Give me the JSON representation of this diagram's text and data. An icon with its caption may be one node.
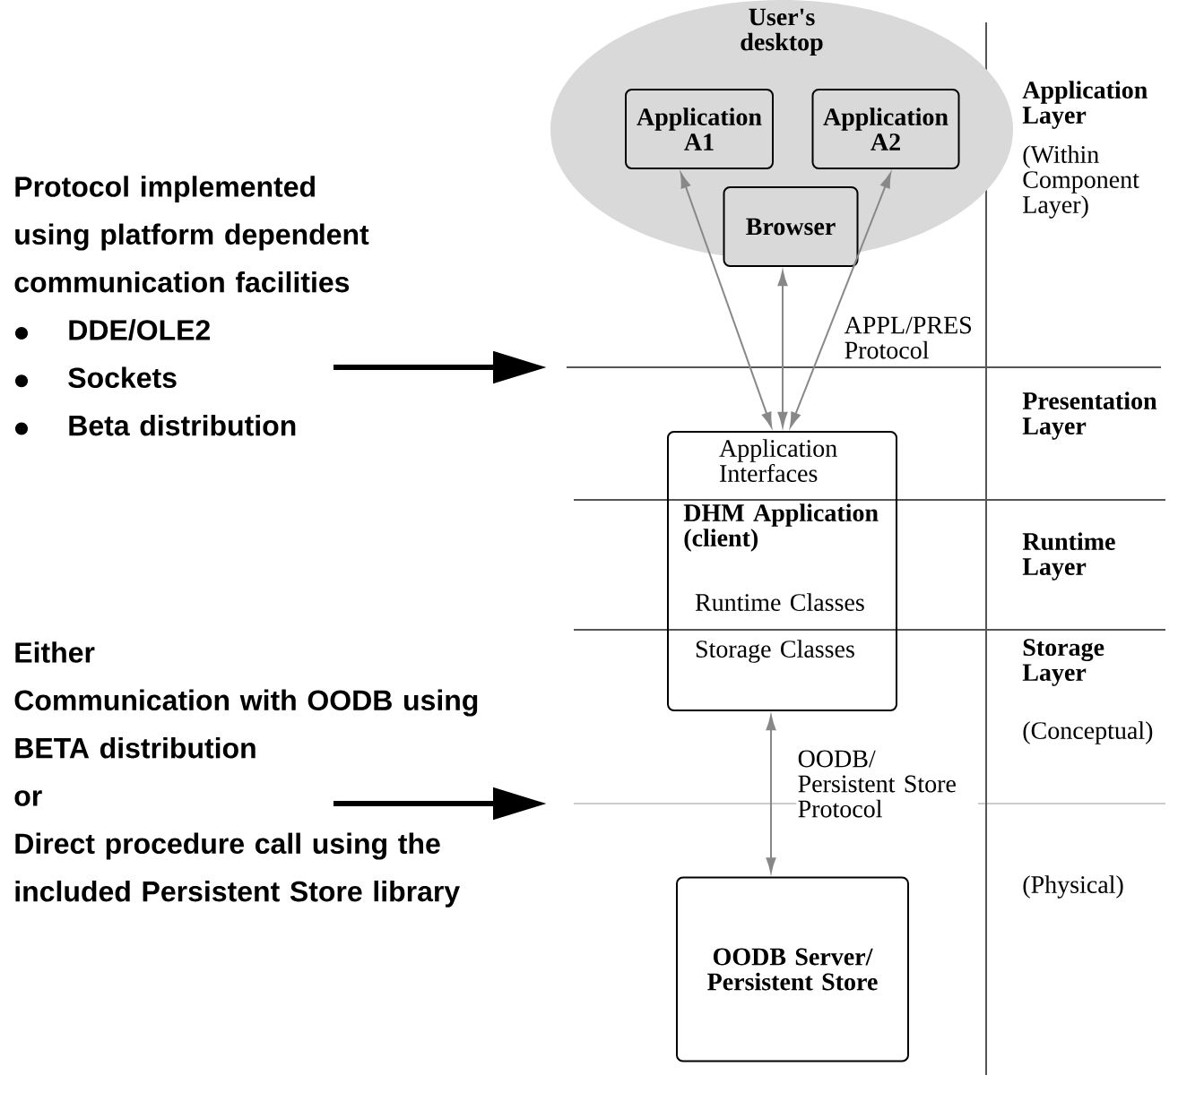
{
  "diagram": {
    "nodes": [
      {
        "text": [
          "User's desktop"
        ]
      },
      {
        "text": [
          "Application A1"
        ],
        "in": 0
      },
      {
        "text": [
          "Application A2"
        ],
        "in": 0
      },
      {
        "text": [
          "Browser"
        ],
        "in": 0
      },
      {
        "text": [
          "Application Interfaces",
          "DHM Application (client)",
          "Runtime Classes",
          "Storage Classes"
        ]
      },
      {
        "text": [
          "OODB Server/ Persistent Store"
        ]
      },
      {
        "text": [
          "Protocol implemented using platform dependent communication facilities",
          "DDE/OLE2",
          "Sockets",
          "Beta distribution"
        ]
      },
      {
        "text": [
          "Either",
          "Communication with OODB using BETA distribution",
          "or",
          "Direct procedure call using the included Persistent Store library"
        ]
      }
    ],
    "edges": [
      {
        "from": 4,
        "to": 1,
        "arrow": "both"
      },
      {
        "from": 4,
        "to": 3,
        "arrow": "both"
      },
      {
        "from": 4,
        "to": 2,
        "arrow": "both",
        "label": "APPL/PRES Protocol"
      },
      {
        "from": 4,
        "to": 5,
        "arrow": "both",
        "label": "OODB/ Persistent Store Protocol"
      },
      {
        "from": 6,
        "to": null,
        "arrow": "to",
        "style": "thick",
        "color": "#000000"
      },
      {
        "from": 7,
        "to": null,
        "arrow": "to",
        "style": "thick",
        "color": "#000000"
      }
    ],
    "labels": [
      "Application Layer",
      "(Within Component Layer)",
      "Presentation Layer",
      "Runtime Layer",
      "Storage Layer",
      "(Conceptual)",
      "(Physical)"
    ]
  }
}
